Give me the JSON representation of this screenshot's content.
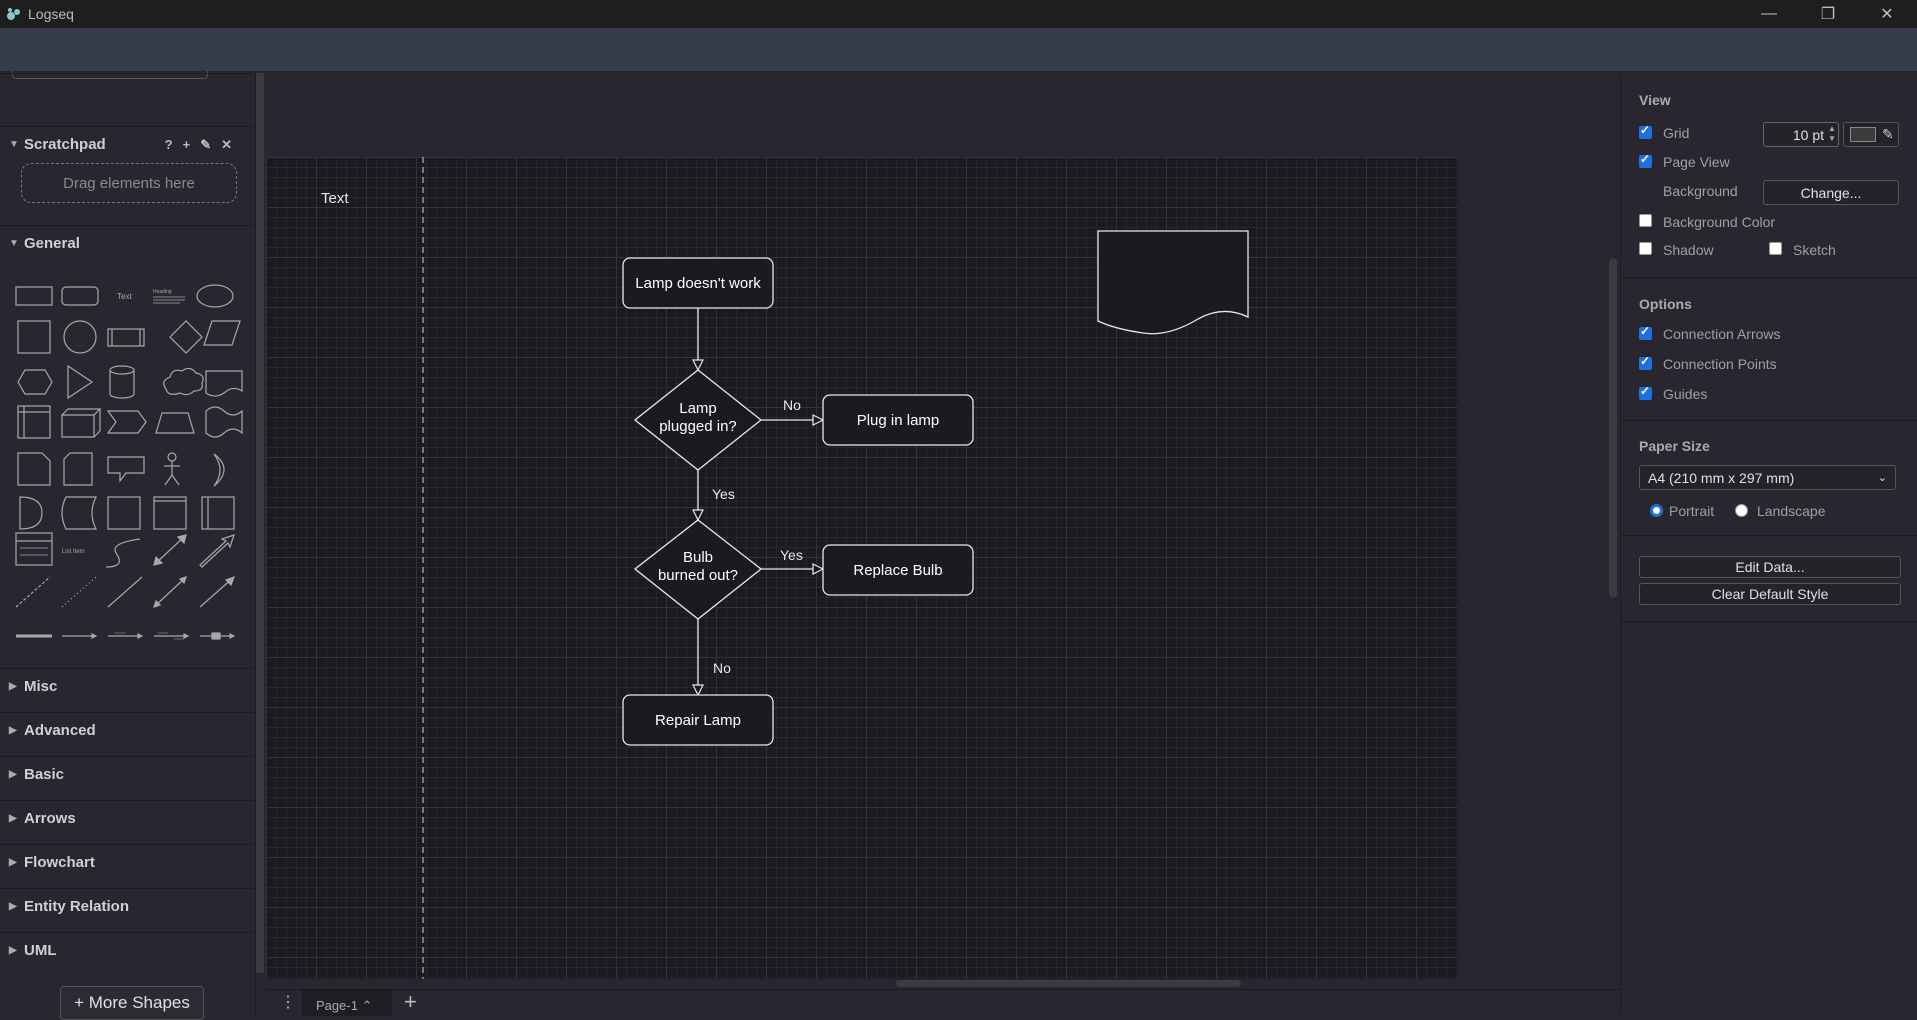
{
  "app": {
    "title": "Logseq"
  },
  "window_controls": {
    "minimize": "—",
    "restore": "❐",
    "close": "✕"
  },
  "left_panel": {
    "scratchpad": {
      "title": "Scratchpad",
      "help": "?",
      "add": "+",
      "edit": "✎",
      "close": "✕",
      "drag_text": "Drag elements here"
    },
    "general": {
      "title": "General",
      "text_shape": "Text",
      "heading_shape": "Heading",
      "list_shape": "List Item"
    },
    "sections": [
      "Misc",
      "Advanced",
      "Basic",
      "Arrows",
      "Flowchart",
      "Entity Relation",
      "UML"
    ],
    "more_shapes": "+ More Shapes"
  },
  "canvas": {
    "text_label": "Text",
    "nodes": {
      "lamp_doesnt_work": "Lamp doesn't work",
      "lamp_plugged_1": "Lamp",
      "lamp_plugged_2": "plugged in?",
      "plug_in_lamp": "Plug in lamp",
      "bulb_burned_1": "Bulb",
      "bulb_burned_2": "burned out?",
      "replace_bulb": "Replace Bulb",
      "repair_lamp": "Repair Lamp"
    },
    "edges": {
      "no1": "No",
      "yes1": "Yes",
      "yes2": "Yes",
      "no2": "No"
    }
  },
  "bottom_bar": {
    "menu": "⋮",
    "page_tab": "Page-1",
    "add": "+"
  },
  "right_panel": {
    "view": {
      "title": "View",
      "grid": "Grid",
      "grid_checked": true,
      "grid_size": "10 pt",
      "page_view": "Page View",
      "page_view_checked": true,
      "background": "Background",
      "change": "Change...",
      "background_color": "Background Color",
      "background_color_checked": false,
      "shadow": "Shadow",
      "shadow_checked": false,
      "sketch": "Sketch",
      "sketch_checked": false
    },
    "options": {
      "title": "Options",
      "connection_arrows": "Connection Arrows",
      "connection_points": "Connection Points",
      "guides": "Guides"
    },
    "paper_size": {
      "title": "Paper Size",
      "selected": "A4 (210 mm x 297 mm)",
      "portrait": "Portrait",
      "landscape": "Landscape",
      "orientation": "portrait"
    },
    "edit_data": "Edit Data...",
    "clear_default_style": "Clear Default Style"
  },
  "colors": {
    "accent": "#1e6fe0",
    "canvas_bg": "#1c1a20",
    "panel_bg": "#2a2630",
    "toolbar_bg": "#363c4a"
  }
}
